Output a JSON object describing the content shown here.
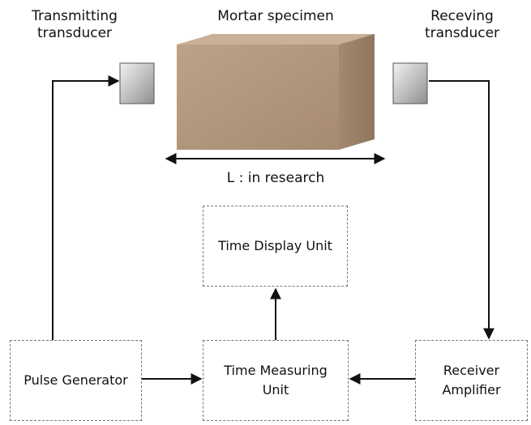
{
  "labels": {
    "transmitting_line1": "Transmitting",
    "transmitting_line2": "transducer",
    "specimen": "Mortar specimen",
    "receiving_line1": "Receving",
    "receiving_line2": "transducer",
    "length": "L : in research"
  },
  "boxes": {
    "time_display": "Time Display Unit",
    "pulse_generator": "Pulse Generator",
    "time_measuring_line1": "Time Measuring",
    "time_measuring_line2": "Unit",
    "receiver_line1": "Receiver",
    "receiver_line2": "Amplifier"
  },
  "colors": {
    "specimen_front": "#b49a80",
    "specimen_top": "#c7ae94",
    "specimen_side": "#9b8166",
    "transducer_light": "#e6e6e6",
    "transducer_dark": "#9a9a9a",
    "line": "#111111",
    "box_border": "#777777"
  }
}
